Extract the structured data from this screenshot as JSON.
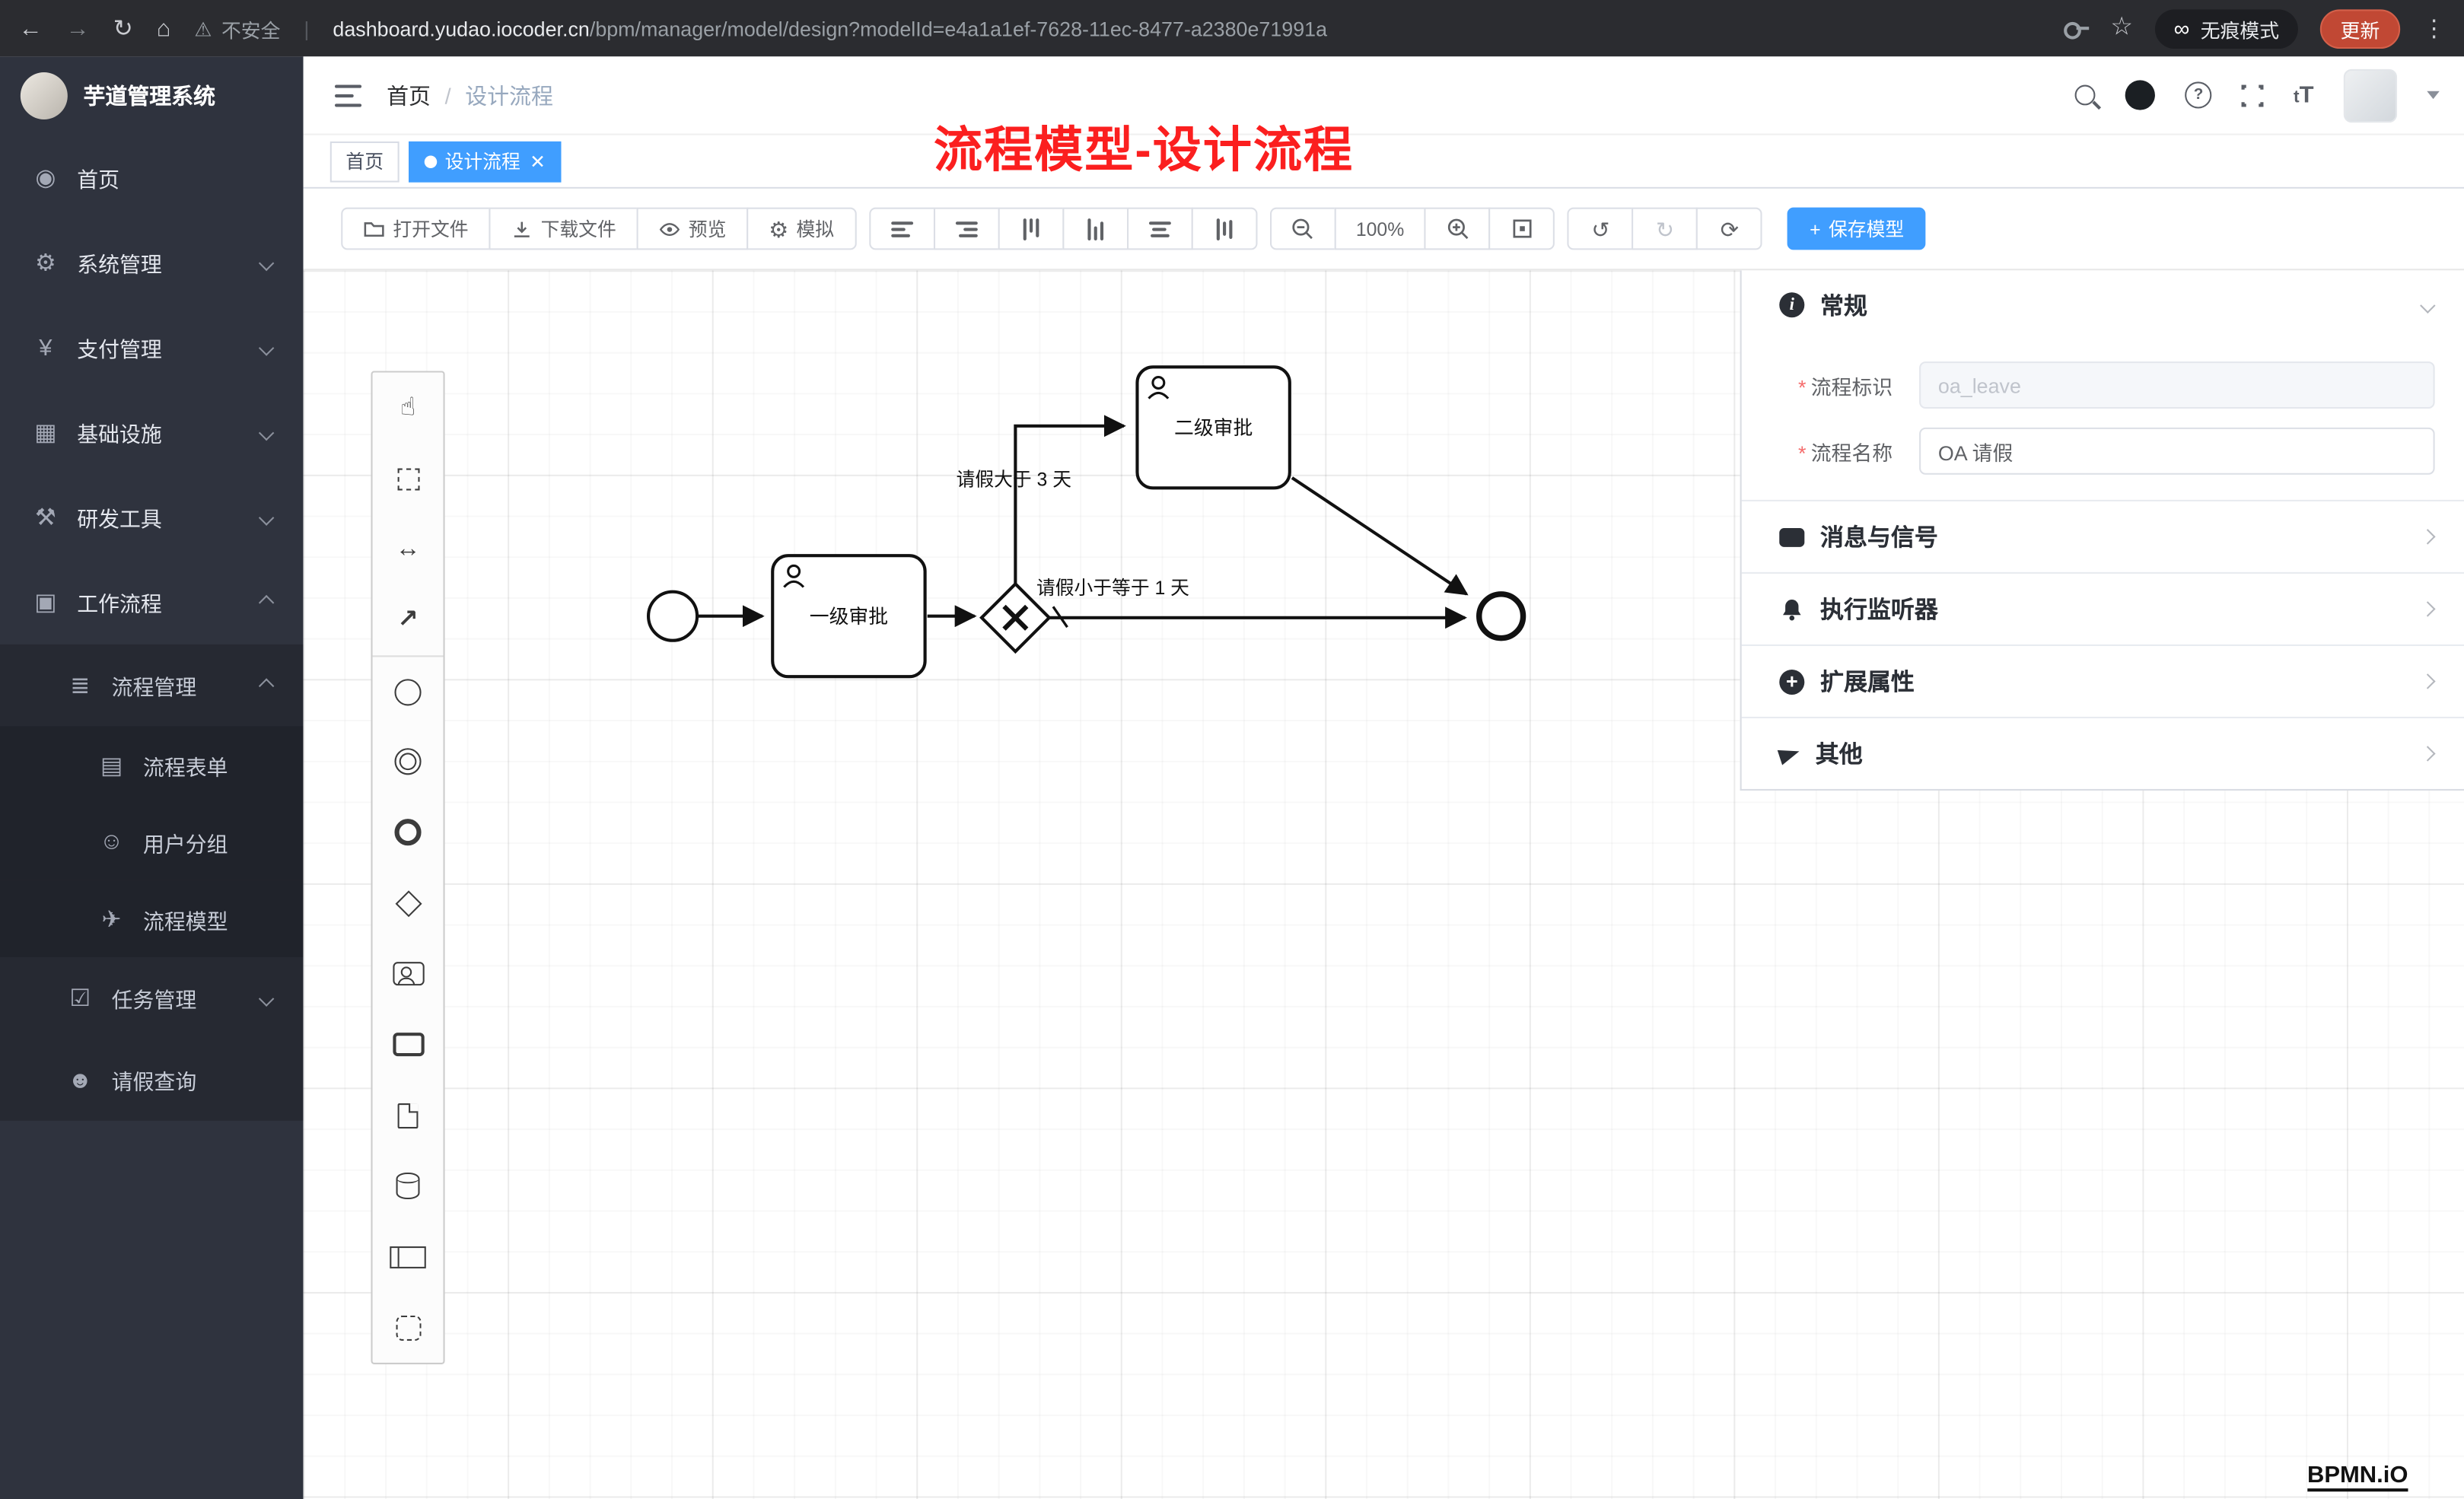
{
  "browser": {
    "security_label": "不安全",
    "url_host": "dashboard.yudao.iocoder.cn",
    "url_path": "/bpm/manager/model/design?modelId=e4a1a1ef-7628-11ec-8477-a2380e71991a",
    "incognito_label": "无痕模式",
    "update_label": "更新"
  },
  "sidebar": {
    "app_title": "芋道管理系统",
    "menu": [
      {
        "label": "首页"
      },
      {
        "label": "系统管理"
      },
      {
        "label": "支付管理"
      },
      {
        "label": "基础设施"
      },
      {
        "label": "研发工具"
      },
      {
        "label": "工作流程"
      },
      {
        "label": "流程管理"
      },
      {
        "label": "流程表单"
      },
      {
        "label": "用户分组"
      },
      {
        "label": "流程模型"
      },
      {
        "label": "任务管理"
      },
      {
        "label": "请假查询"
      }
    ]
  },
  "header": {
    "breadcrumb_home": "首页",
    "breadcrumb_current": "设计流程",
    "annotation": "流程模型-设计流程"
  },
  "tabs": {
    "home_tab": "首页",
    "active_tab": "设计流程"
  },
  "toolbar": {
    "open_file": "打开文件",
    "download_file": "下载文件",
    "preview": "预览",
    "simulate": "模拟",
    "zoom_level": "100%",
    "save_model": "保存模型"
  },
  "diagram": {
    "task1": "一级审批",
    "task2": "二级审批",
    "flow_gt3": "请假大于 3 天",
    "flow_le1": "请假小于等于 1 天"
  },
  "panel": {
    "general_title": "常规",
    "field_key_label": "流程标识",
    "field_key_value": "oa_leave",
    "field_name_label": "流程名称",
    "field_name_value": "OA 请假",
    "sections": {
      "messages": "消息与信号",
      "listeners": "执行监听器",
      "extensions": "扩展属性",
      "other": "其他"
    }
  },
  "watermark": "BPMN.iO",
  "colors": {
    "accent": "#409eff",
    "annotation_red": "#fb1f1f",
    "sidebar_bg": "#2f333e",
    "chrome_bg": "#2b2c30"
  },
  "icons": [
    "back-icon",
    "forward-icon",
    "reload-icon",
    "home-icon",
    "warning-icon",
    "key-icon",
    "star-icon",
    "incognito-icon",
    "menu-dots-icon",
    "search-icon",
    "github-icon",
    "help-icon",
    "fullscreen-icon",
    "font-size-icon",
    "folder-icon",
    "download-icon",
    "eye-icon",
    "gear-icon",
    "zoom-out-icon",
    "zoom-in-icon",
    "zoom-reset-icon",
    "undo-icon",
    "redo-icon",
    "refresh-icon",
    "plus-icon",
    "info-icon",
    "message-icon",
    "bell-icon",
    "plus-circle-icon",
    "send-icon"
  ]
}
